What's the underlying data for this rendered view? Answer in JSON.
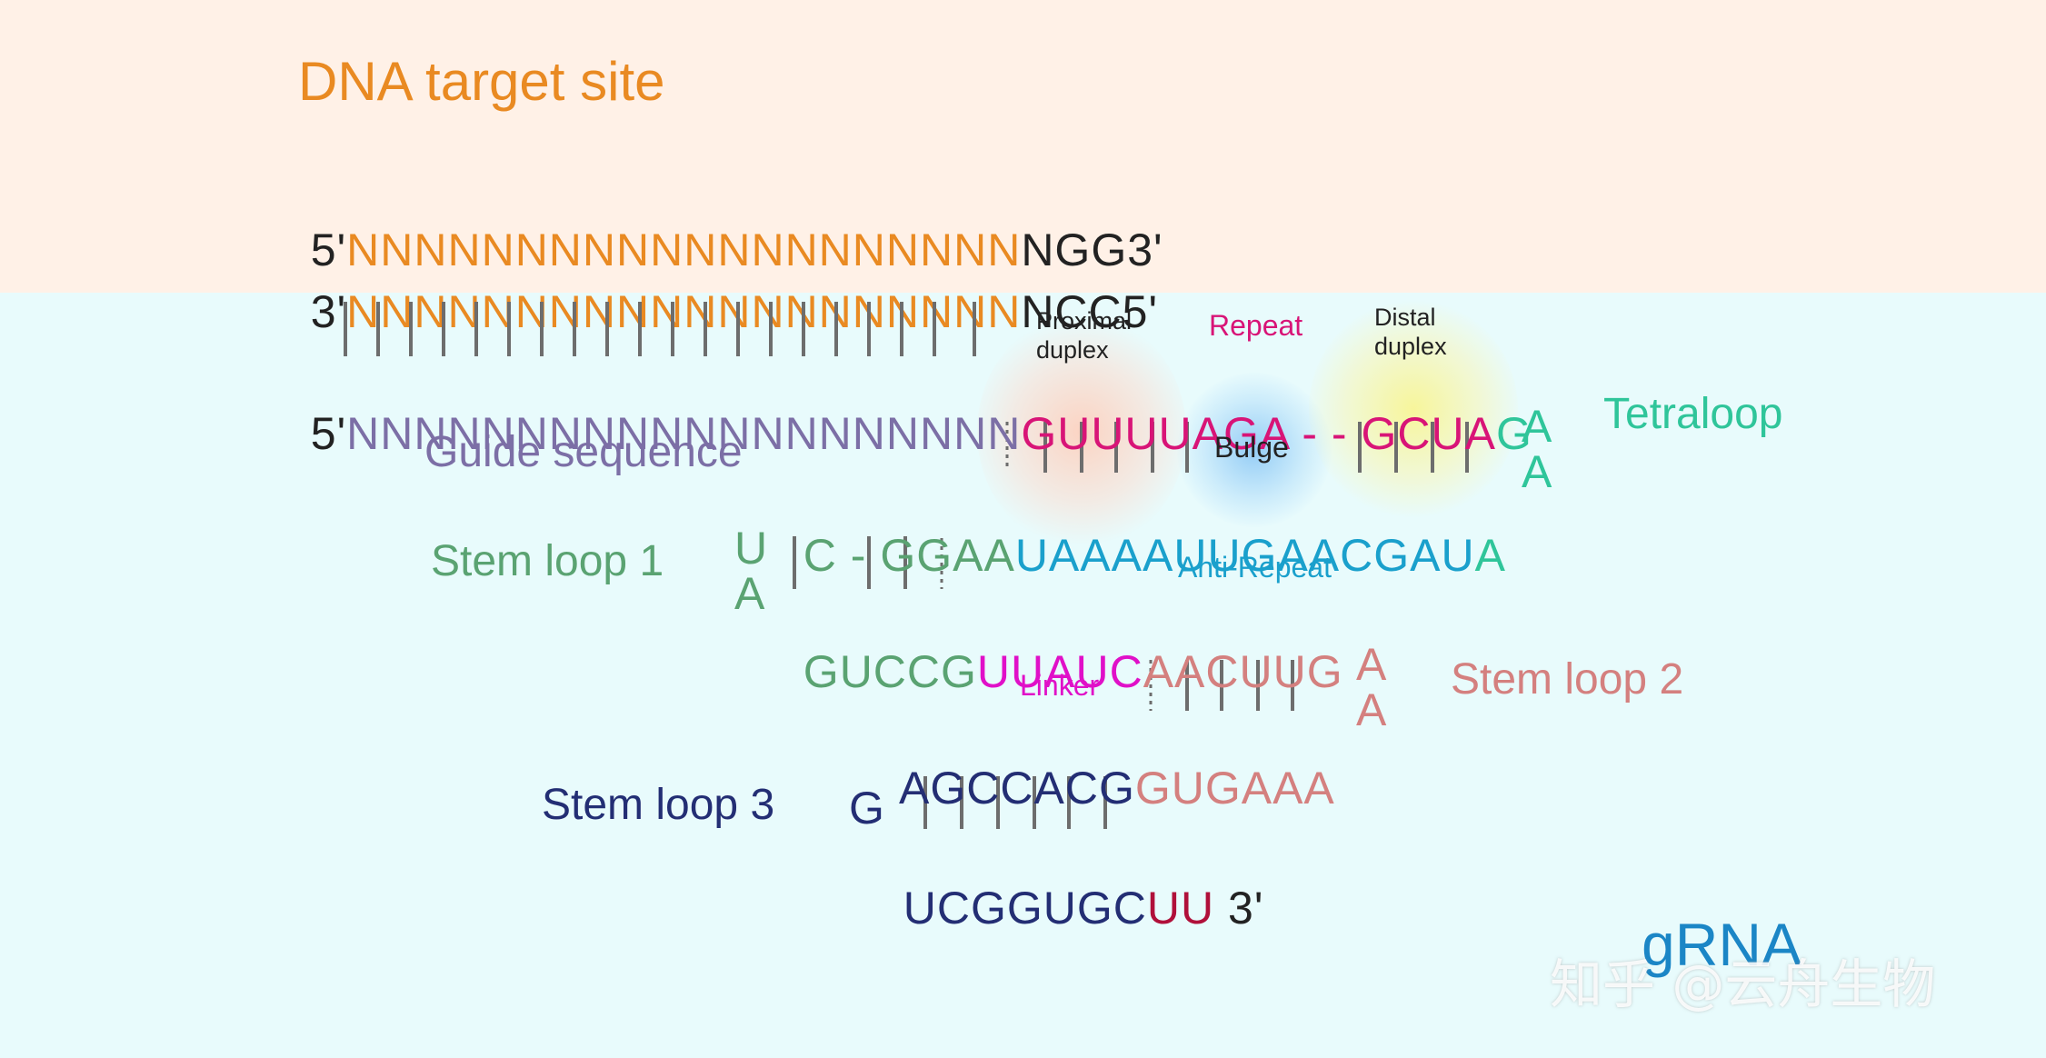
{
  "title": "DNA target site",
  "dna": {
    "top_end5": "5'",
    "top_n": "NNNNNNNNNNNNNNNNNNNN",
    "top_pam": "NGG",
    "top_end3": "3'",
    "bottom_end3": "3'",
    "bottom_n": "NNNNNNNNNNNNNNNNNNNN",
    "bottom_pam": "NCC",
    "bottom_end5": "5'"
  },
  "repeat_strand": {
    "end5": "5'",
    "guide": "NNNNNNNNNNNNNNNNNNNN",
    "repeat_a": "GUUUUAGA",
    "gap": "- -",
    "repeat_b": "GCUA",
    "tetra_g": "G"
  },
  "tetraloop_letters": [
    "A",
    "A"
  ],
  "antirepeat_strand": {
    "stem1_part": "C - GGAA",
    "antirepeat": "UAAAAUUGAACGAU",
    "tetra_a": "A"
  },
  "stem1_loop_letters": [
    "U",
    "A"
  ],
  "stem1_bottom": {
    "stem1": "GUCCG",
    "linker": "UUAUC",
    "stem2": "AACUUG"
  },
  "stem2_loop_letters": [
    "A",
    "A"
  ],
  "stem2_bottom": {
    "stem3": "AGCCACG",
    "stem2": "GUGAAA"
  },
  "stem3_loop_letter": "G",
  "tail": {
    "stem3": "UCGGUGC",
    "uu": "UU",
    "end3": "3'"
  },
  "labels": {
    "proximal_duplex": "Proximal\nduplex",
    "repeat": "Repeat",
    "distal_duplex": "Distal\nduplex",
    "tetraloop": "Tetraloop",
    "guide_sequence": "Guide sequence",
    "bulge": "Bulge",
    "stem_loop_1": "Stem loop 1",
    "anti_repeat": "Anti-Repeat",
    "linker": "Linker",
    "stem_loop_2": "Stem loop 2",
    "stem_loop_3": "Stem loop 3",
    "grna": "gRNA"
  },
  "watermark": "知乎 @云舟生物",
  "colors": {
    "dna_orange": "#e98a22",
    "guide_purple": "#7c6fa6",
    "repeat_magenta": "#d81477",
    "tetraloop_teal": "#2fc59a",
    "antirepeat_blue": "#1aa0cc",
    "stem1_green": "#5aa372",
    "linker_pink": "#e010c8",
    "stem2_salmon": "#d4807f",
    "stem3_navy": "#232e74",
    "bar_gray": "#6d6d6d",
    "top_bg": "#fff1e7",
    "bottom_bg": "#e8fbfc"
  }
}
